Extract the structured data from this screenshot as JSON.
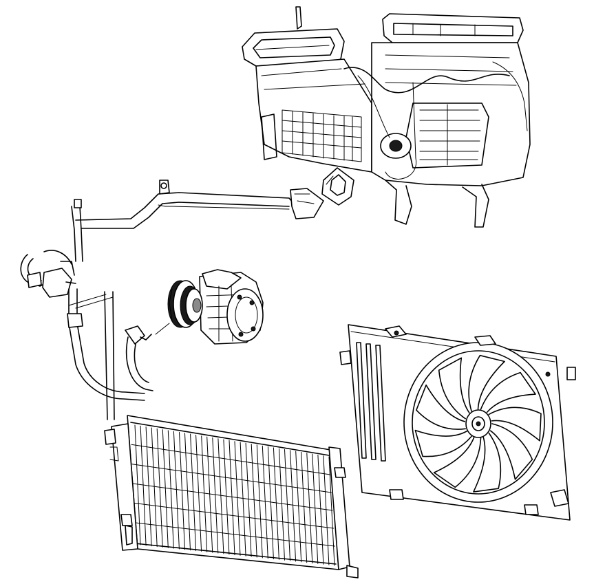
{
  "diagram": {
    "components": [
      {
        "id": "hvac-housing",
        "icon": "hvac-evaporator-blower-housing"
      },
      {
        "id": "grommet",
        "icon": "dash-seal-grommet"
      },
      {
        "id": "ac-lines",
        "icon": "refrigerant-hose-lines"
      },
      {
        "id": "compressor",
        "icon": "ac-compressor-clutch"
      },
      {
        "id": "condenser",
        "icon": "ac-condenser-core"
      },
      {
        "id": "fan-shroud",
        "icon": "radiator-fan-shroud"
      }
    ],
    "colors": {
      "line": "#000000",
      "background": "#ffffff",
      "shade": "#1a1a1a"
    }
  }
}
